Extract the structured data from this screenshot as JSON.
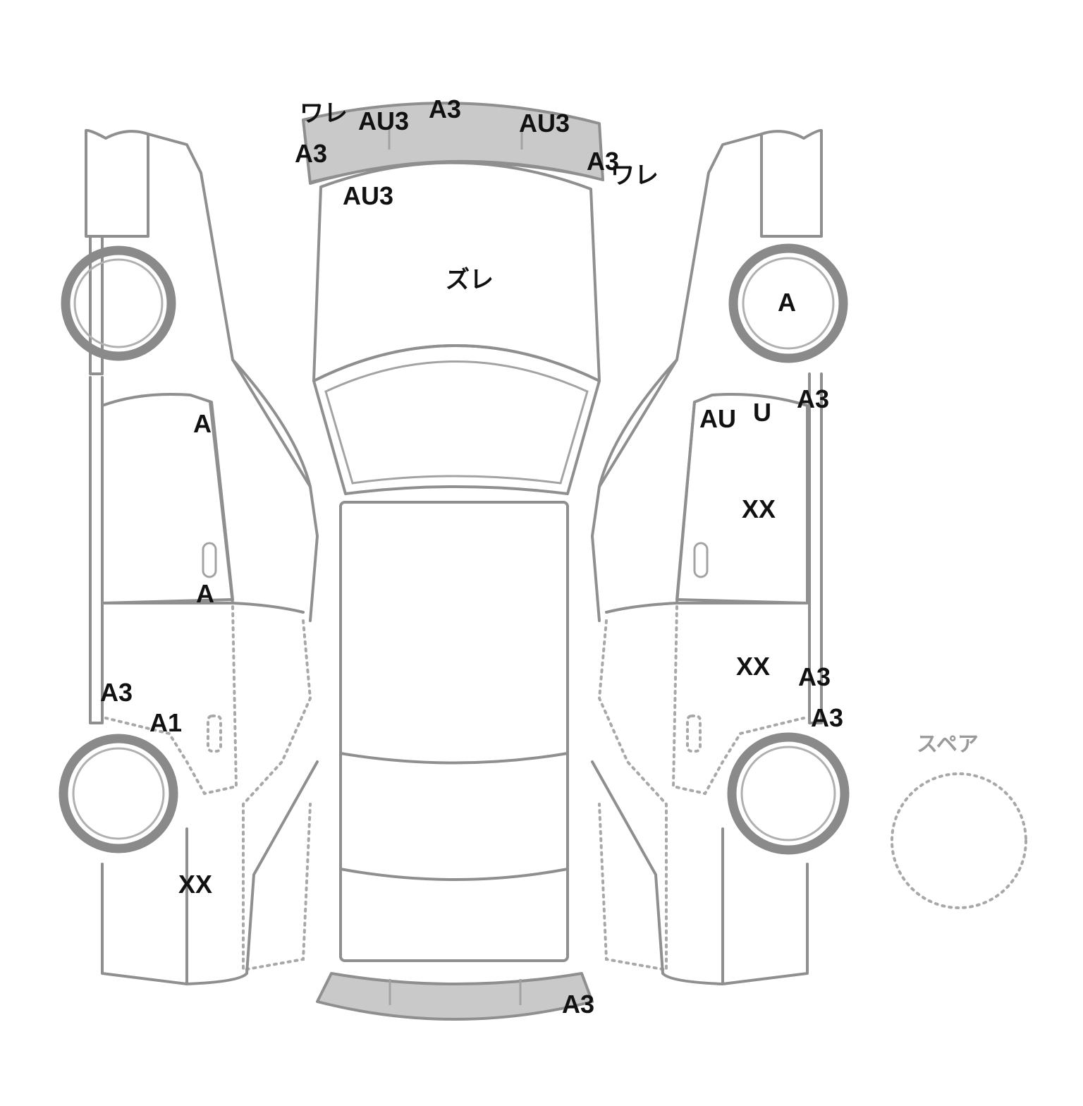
{
  "damage_marks": {
    "front_left_ware": "ワレ",
    "front_bumper_au3_left": "AU3",
    "front_bumper_a3_center": "A3",
    "front_bumper_au3_right": "AU3",
    "front_bumper_a3_left": "A3",
    "front_bumper_a3_right": "A3",
    "front_right_ware": "ワレ",
    "hood_au3": "AU3",
    "hood_zure": "ズレ",
    "left_front_door_upper": "A",
    "left_front_door_lower": "A",
    "left_rocker_a3": "A3",
    "left_rear_wheel_a1": "A1",
    "left_rear_quarter_xx": "XX",
    "right_front_wheel": "A",
    "right_front_door_au": "AU",
    "right_front_door_u": "U",
    "right_pillar_a3": "A3",
    "right_front_door_xx": "XX",
    "right_rear_door_xx": "XX",
    "right_rocker_a3_upper": "A3",
    "right_rocker_a3_lower": "A3",
    "rear_bumper_a3": "A3"
  },
  "spare": {
    "label": "スペア"
  },
  "colors": {
    "outline": "#8f8f8f",
    "mark_text": "#111111"
  }
}
